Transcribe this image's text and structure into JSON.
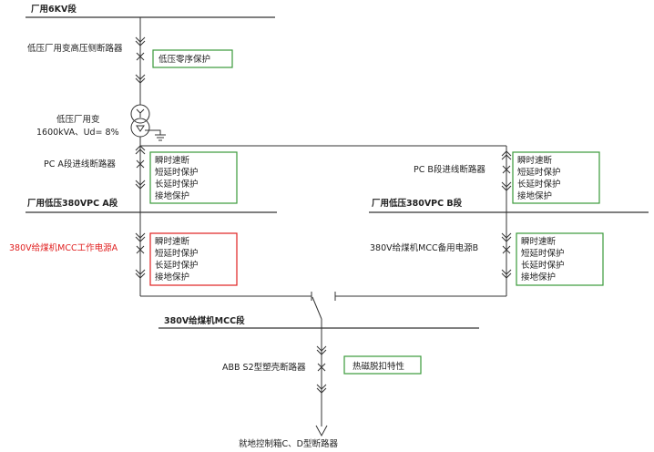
{
  "bus_6kv": "厂用6KV段",
  "hv_breaker": "低压厂用变高压侧断路器",
  "hv_protection": "低压零序保护",
  "transformer_name": "低压厂用变",
  "transformer_spec": "1600kVA、Ud= 8%",
  "pc_a_breaker": "PC A段进线断路器",
  "pc_b_breaker": "PC B段进线断路器",
  "bus_pc_a": "厂用低压380VPC A段",
  "bus_pc_b": "厂用低压380VPC B段",
  "protection_items": [
    "瞬时速断",
    "短延时保护",
    "长延时保护",
    "接地保护"
  ],
  "mcc_a_source": "380V给煤机MCC工作电源A",
  "mcc_b_source": "380V给煤机MCC备用电源B",
  "bus_mcc": "380V给煤机MCC段",
  "abb_breaker": "ABB S2型塑壳断路器",
  "abb_protection": "热磁脱扣特性",
  "local_breaker": "就地控制箱C、D型断路器",
  "colors": {
    "line": "#333333",
    "box_green": "#3a9a3a",
    "box_red": "#e02020"
  }
}
